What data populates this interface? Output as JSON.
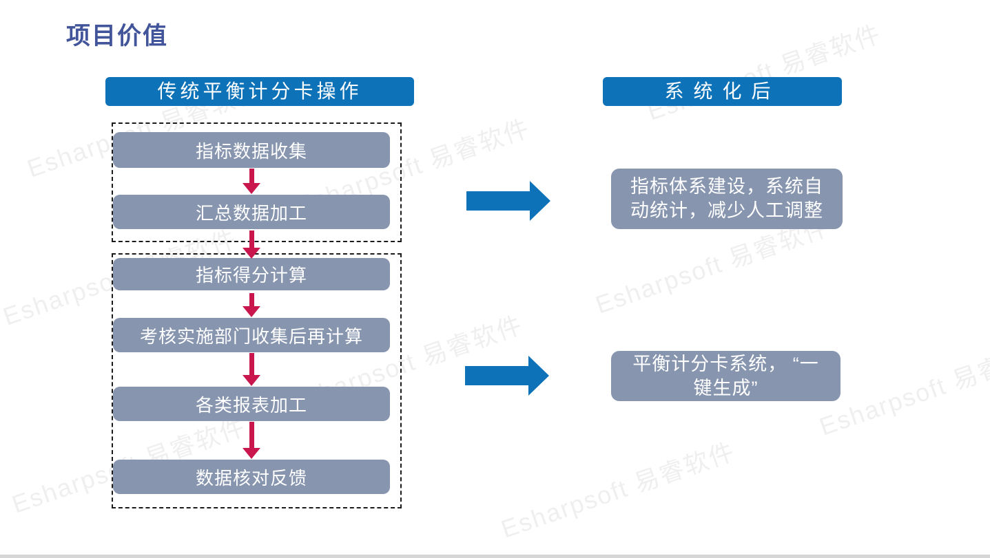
{
  "slide": {
    "title": "项目价值",
    "watermark_text": "Esharpsoft 易睿软件"
  },
  "left_flow": {
    "header": "传统平衡计分卡操作",
    "group1_steps": [
      "指标数据收集",
      "汇总数据加工"
    ],
    "group2_steps": [
      "指标得分计算",
      "考核实施部门收集后再计算",
      "各类报表加工",
      "数据核对反馈"
    ]
  },
  "right_results": {
    "header": "系统化后",
    "result1": {
      "line1": "指标体系建设，系统自",
      "line2": "动统计，减少人工调整"
    },
    "result2": {
      "line1": "平衡计分卡系统， “一",
      "line2": "键生成”"
    }
  },
  "colors": {
    "header_blue": "#0e72b8",
    "arrow_blue": "#0e72b8",
    "box_gray": "#8795af",
    "arrow_red": "#c9174e",
    "title_color": "#42549a"
  }
}
